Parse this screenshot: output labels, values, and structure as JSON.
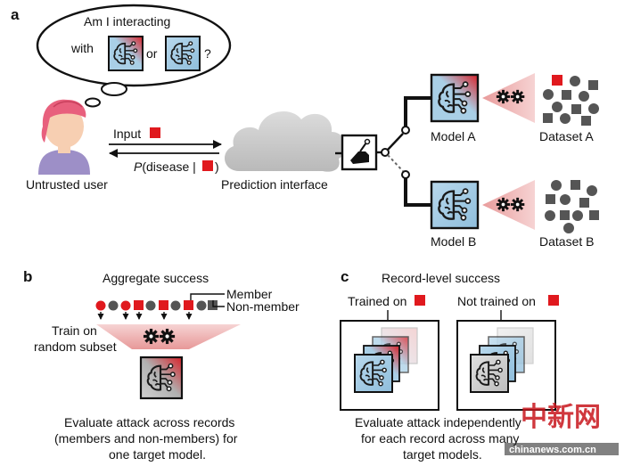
{
  "panels": {
    "a": "a",
    "b": "b",
    "c": "c"
  },
  "panel_a": {
    "thought": {
      "line1": "Am I interacting",
      "line2_prefix": "with",
      "or_word": "or",
      "question": "?"
    },
    "input_label": "Input",
    "output_label_prefix": "P",
    "output_label_suffix": "(disease |",
    "output_label_close": ")",
    "user_label": "Untrusted user",
    "interface_label": "Prediction interface",
    "model_a_label": "Model A",
    "model_b_label": "Model B",
    "dataset_a_label": "Dataset A",
    "dataset_b_label": "Dataset B"
  },
  "panel_b": {
    "title": "Aggregate success",
    "member_label": "Member",
    "nonmember_label": "Non-member",
    "train_line1": "Train on",
    "train_line2": "random subset",
    "caption_line1": "Evaluate attack across records",
    "caption_line2": "(members and non-members) for",
    "caption_line3": "one target model."
  },
  "panel_c": {
    "title": "Record-level success",
    "trained_label": "Trained on",
    "not_trained_label": "Not trained on",
    "caption_line1": "Evaluate attack independently",
    "caption_line2": "for each record across many",
    "caption_line3": "target models."
  },
  "watermark": {
    "chars": "中新网",
    "url": "chinanews.com.cn"
  },
  "colors": {
    "record_red": "#e0191e",
    "model_blue": "#a9cfe6",
    "cloud_gray": "#cfcfcf",
    "beam_pink": "#f2c4c4",
    "dot_gray": "#555555",
    "skin": "#f7cfb2",
    "hair": "#e8607d",
    "shirt": "#9d8fc7"
  }
}
